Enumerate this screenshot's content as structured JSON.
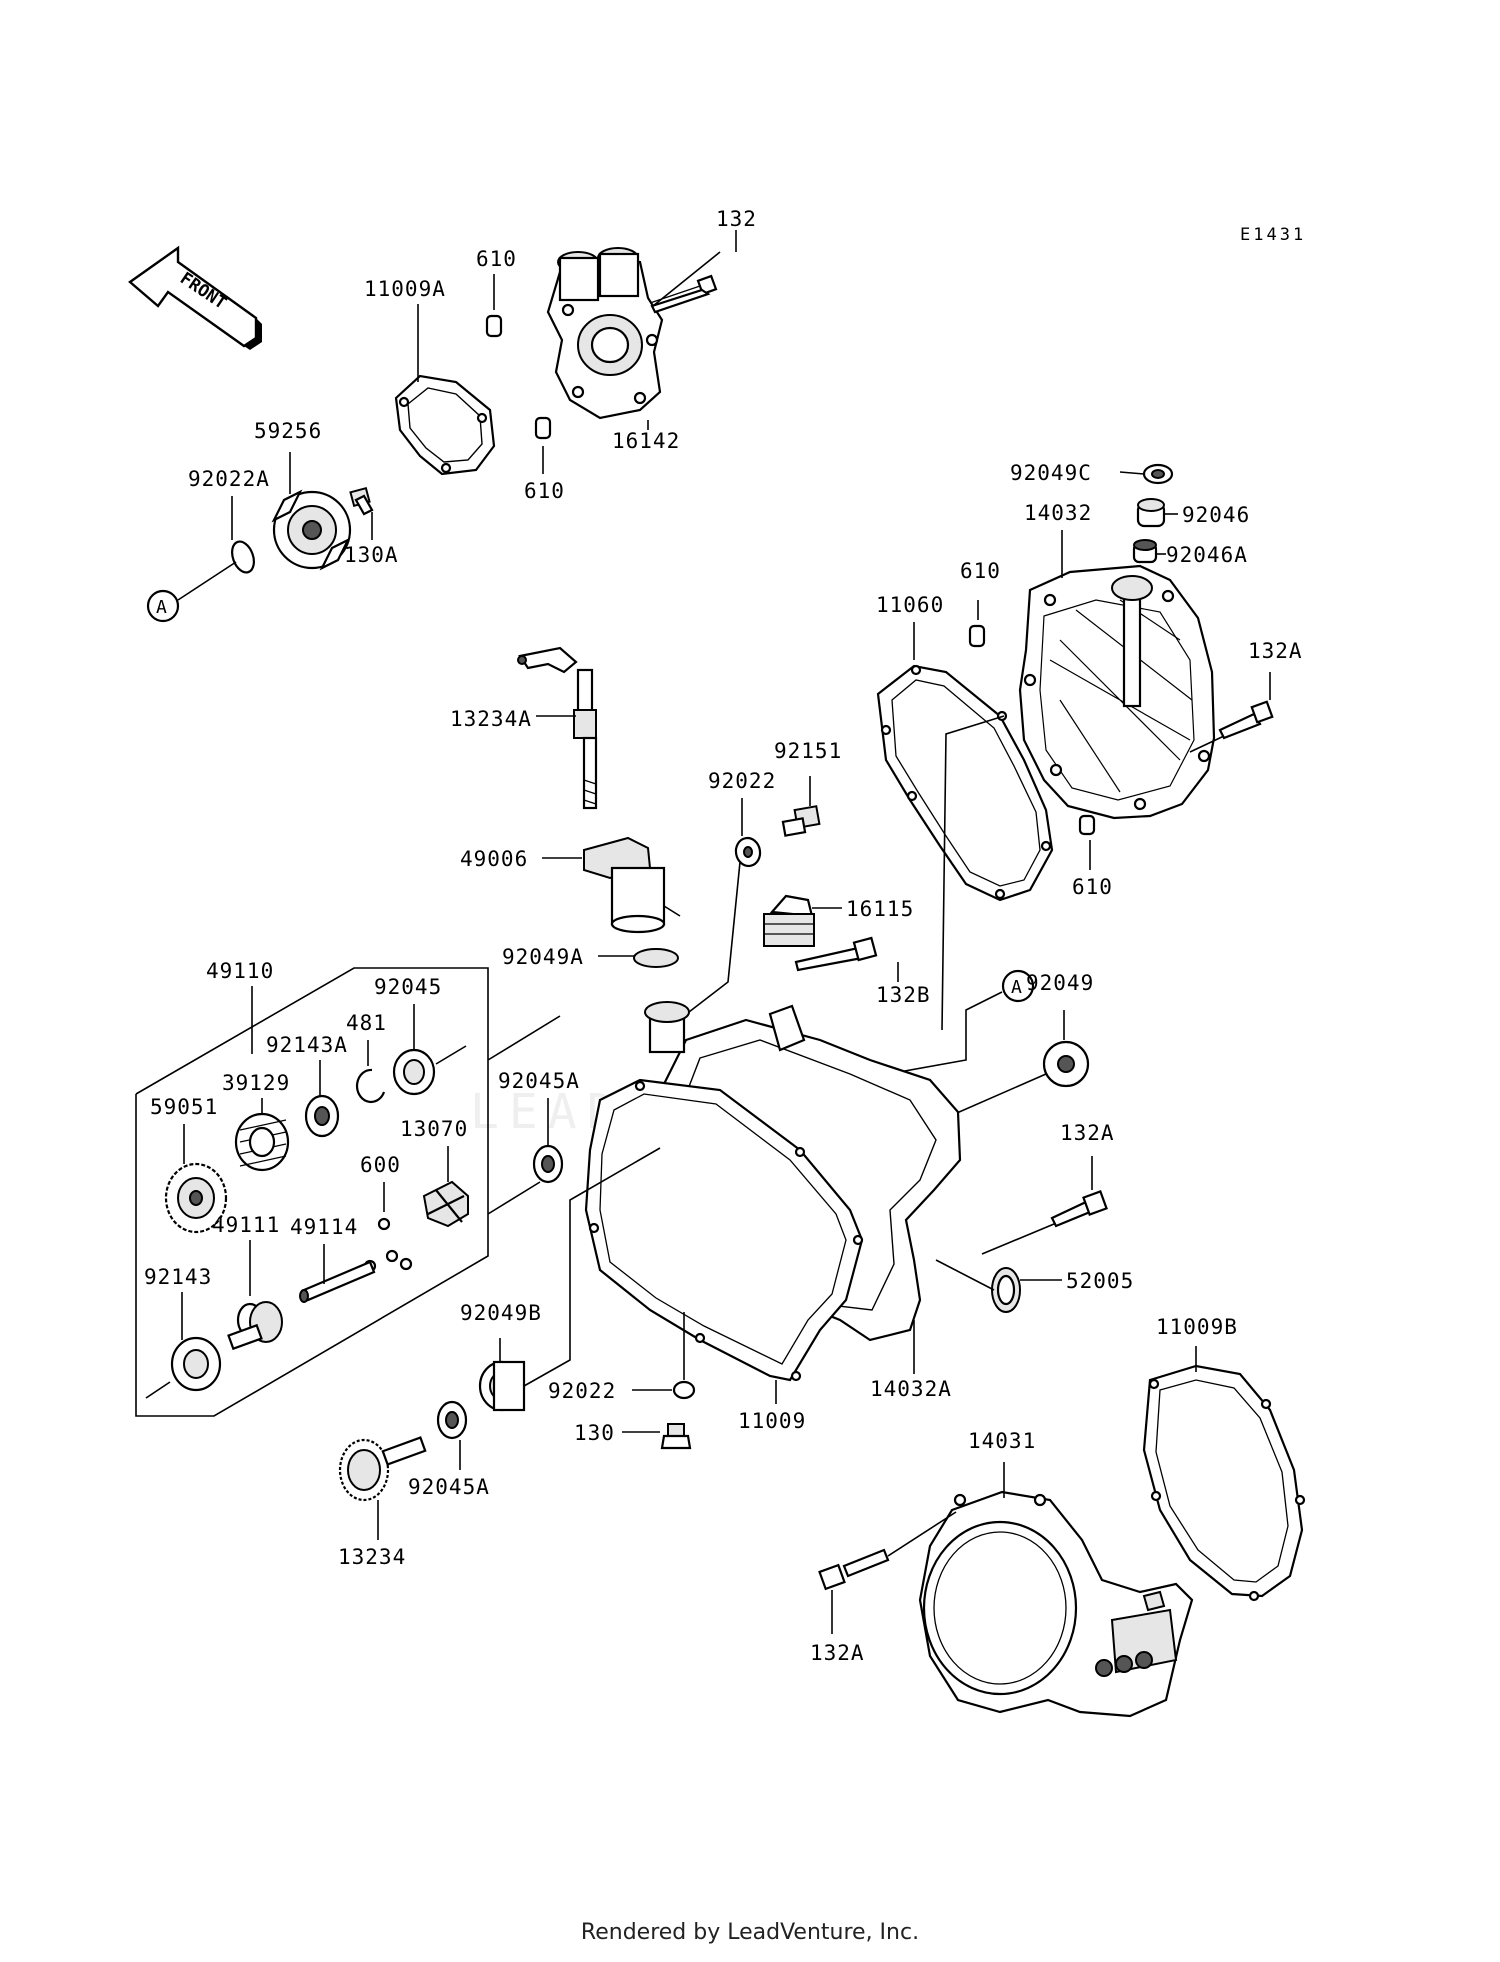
{
  "diagram_code": "E1431",
  "front_label": "FRONT",
  "ref_marker": "A",
  "footer": "Rendered by LeadVenture, Inc.",
  "watermark": "LEADVENTURE",
  "labels": {
    "p132": "132",
    "p610_top": "610",
    "p11009A": "11009A",
    "p16142": "16142",
    "p59256": "59256",
    "p92022A": "92022A",
    "p130A": "130A",
    "p610_mid": "610",
    "p92049C": "92049C",
    "p92046": "92046",
    "p14032": "14032",
    "p92046A": "92046A",
    "p610_right": "610",
    "p11060": "11060",
    "p132A_top": "132A",
    "p13234A": "13234A",
    "p92151": "92151",
    "p92022_top": "92022",
    "p49006": "49006",
    "p610_low": "610",
    "p16115": "16115",
    "p92049A": "92049A",
    "p132B": "132B",
    "p92049": "92049",
    "p49110": "49110",
    "p481": "481",
    "p92045": "92045",
    "p92143A": "92143A",
    "p39129": "39129",
    "p92045A_mid": "92045A",
    "p59051": "59051",
    "p13070": "13070",
    "p600": "600",
    "p49114": "49114",
    "p49111": "49111",
    "p132A_mid": "132A",
    "p92143": "92143",
    "p52005": "52005",
    "p92049B": "92049B",
    "p11009B": "11009B",
    "p92022_low": "92022",
    "p11009": "11009",
    "p14032A": "14032A",
    "p130": "130",
    "p92045A_low": "92045A",
    "p14031": "14031",
    "p13234": "13234",
    "p132A_low": "132A"
  }
}
